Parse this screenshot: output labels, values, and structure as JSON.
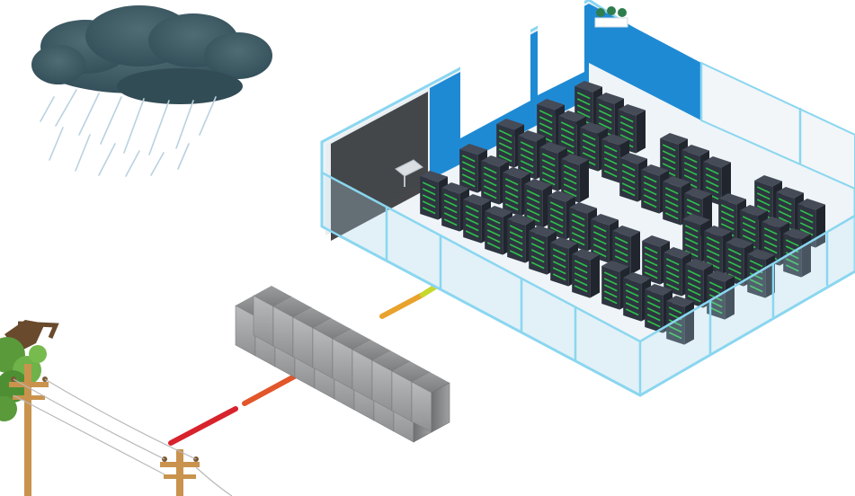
{
  "scene": {
    "elements": {
      "cloud": "rain-cloud",
      "trees": "tree-icon",
      "poles": "utility-pole-icon",
      "battery_bank": "battery-cabinet-array",
      "data_center": "server-room",
      "cable_colors": [
        "#d8222c",
        "#e2562b",
        "#e8a32c",
        "#d6da2c",
        "#9bd03b"
      ]
    },
    "colors": {
      "cloud": "#3f5b63",
      "rain": "#b9d2df",
      "room_outline": "#7fd1ee",
      "wall_blue": "#1f8ad4",
      "floor": "#eaf2f6",
      "rack_body": "#2e3440",
      "rack_leds": "#2fbf4a",
      "battery": "#8d8f91"
    }
  }
}
